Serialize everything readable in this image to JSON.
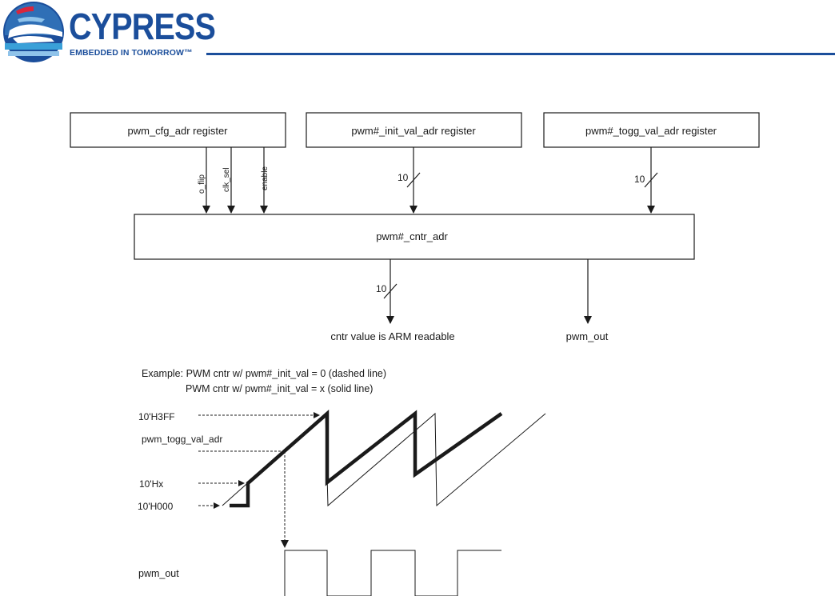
{
  "header": {
    "brand": "CYPRESS",
    "tagline": "EMBEDDED IN TOMORROW™"
  },
  "blocks": {
    "cfg_register": "pwm_cfg_adr register",
    "init_register": "pwm#_init_val_adr register",
    "togg_register": "pwm#_togg_val_adr register",
    "counter": "pwm#_cntr_adr"
  },
  "signals": {
    "o_flip": "o_flip",
    "clk_sel": "clk_sel",
    "enable": "enable",
    "init_width": "10",
    "togg_width": "10",
    "cntr_width": "10"
  },
  "outputs": {
    "cntr_value": "cntr value is ARM readable",
    "pwm_out": "pwm_out"
  },
  "example": {
    "line1": "Example: PWM cntr w/ pwm#_init_val = 0 (dashed line)",
    "line2": "PWM cntr w/ pwm#_init_val = x (solid line)"
  },
  "waveform": {
    "level_max": "10'H3FF",
    "level_togg": "pwm_togg_val_adr",
    "level_x": "10'Hx",
    "level_zero": "10'H000",
    "pwm_out_label": "pwm_out"
  },
  "colors": {
    "brand_blue": "#1b4e9b",
    "logo_light_blue": "#3aa0d8",
    "logo_red": "#d7263d"
  }
}
